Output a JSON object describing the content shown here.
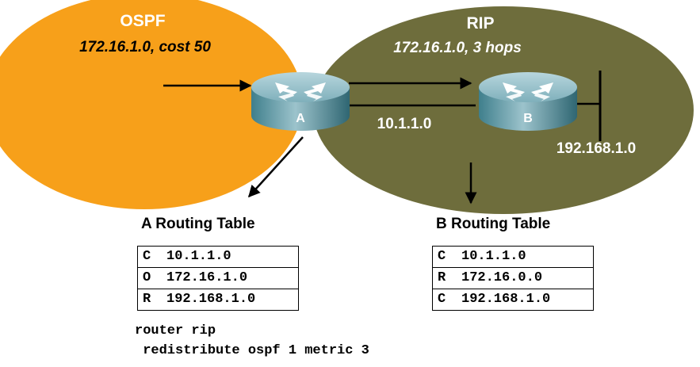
{
  "domains": {
    "ospf": {
      "name": "OSPF",
      "route": "172.16.1.0, cost 50",
      "color": "#F7A01A"
    },
    "rip": {
      "name": "RIP",
      "route": "172.16.1.0, 3 hops",
      "color": "#6E6D3C"
    }
  },
  "routers": {
    "a": {
      "label": "A"
    },
    "b": {
      "label": "B"
    }
  },
  "links": {
    "a_b_network": "10.1.1.0",
    "b_lan_network": "192.168.1.0"
  },
  "tables": {
    "a": {
      "title": "A Routing Table",
      "rows": [
        {
          "code": "C",
          "network": "10.1.1.0"
        },
        {
          "code": "O",
          "network": "172.16.1.0"
        },
        {
          "code": "R",
          "network": "192.168.1.0"
        }
      ]
    },
    "b": {
      "title": "B Routing Table",
      "rows": [
        {
          "code": "C",
          "network": "10.1.1.0"
        },
        {
          "code": "R",
          "network": "172.16.0.0"
        },
        {
          "code": "C",
          "network": "192.168.1.0"
        }
      ]
    }
  },
  "config": {
    "lines": [
      "router rip",
      " redistribute ospf 1 metric 3"
    ]
  }
}
